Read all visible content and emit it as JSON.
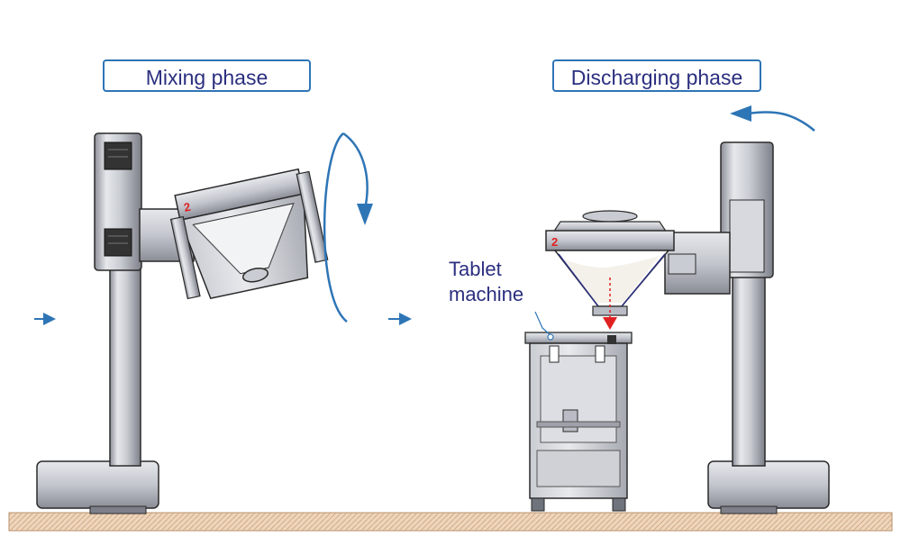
{
  "labels": {
    "mixing": "Mixing phase",
    "discharging": "Discharging phase",
    "tablet_line1": "Tablet",
    "tablet_line2": "machine",
    "bin_number_left": "2",
    "bin_number_right": "2"
  },
  "colors": {
    "accent": "#2e75b6",
    "label_text": "#2b2f7f",
    "steel_light": "#e3e5ea",
    "steel_mid": "#b9bcc4",
    "steel_dark": "#6f737c",
    "outline": "#2a2a2a",
    "powder": "#f4f1ea",
    "flow_red": "#e02020",
    "floor": "#e8cdb0"
  },
  "icons": [
    "rotation-arrow-icon",
    "direction-arrow-icon",
    "curved-arrow-icon"
  ]
}
